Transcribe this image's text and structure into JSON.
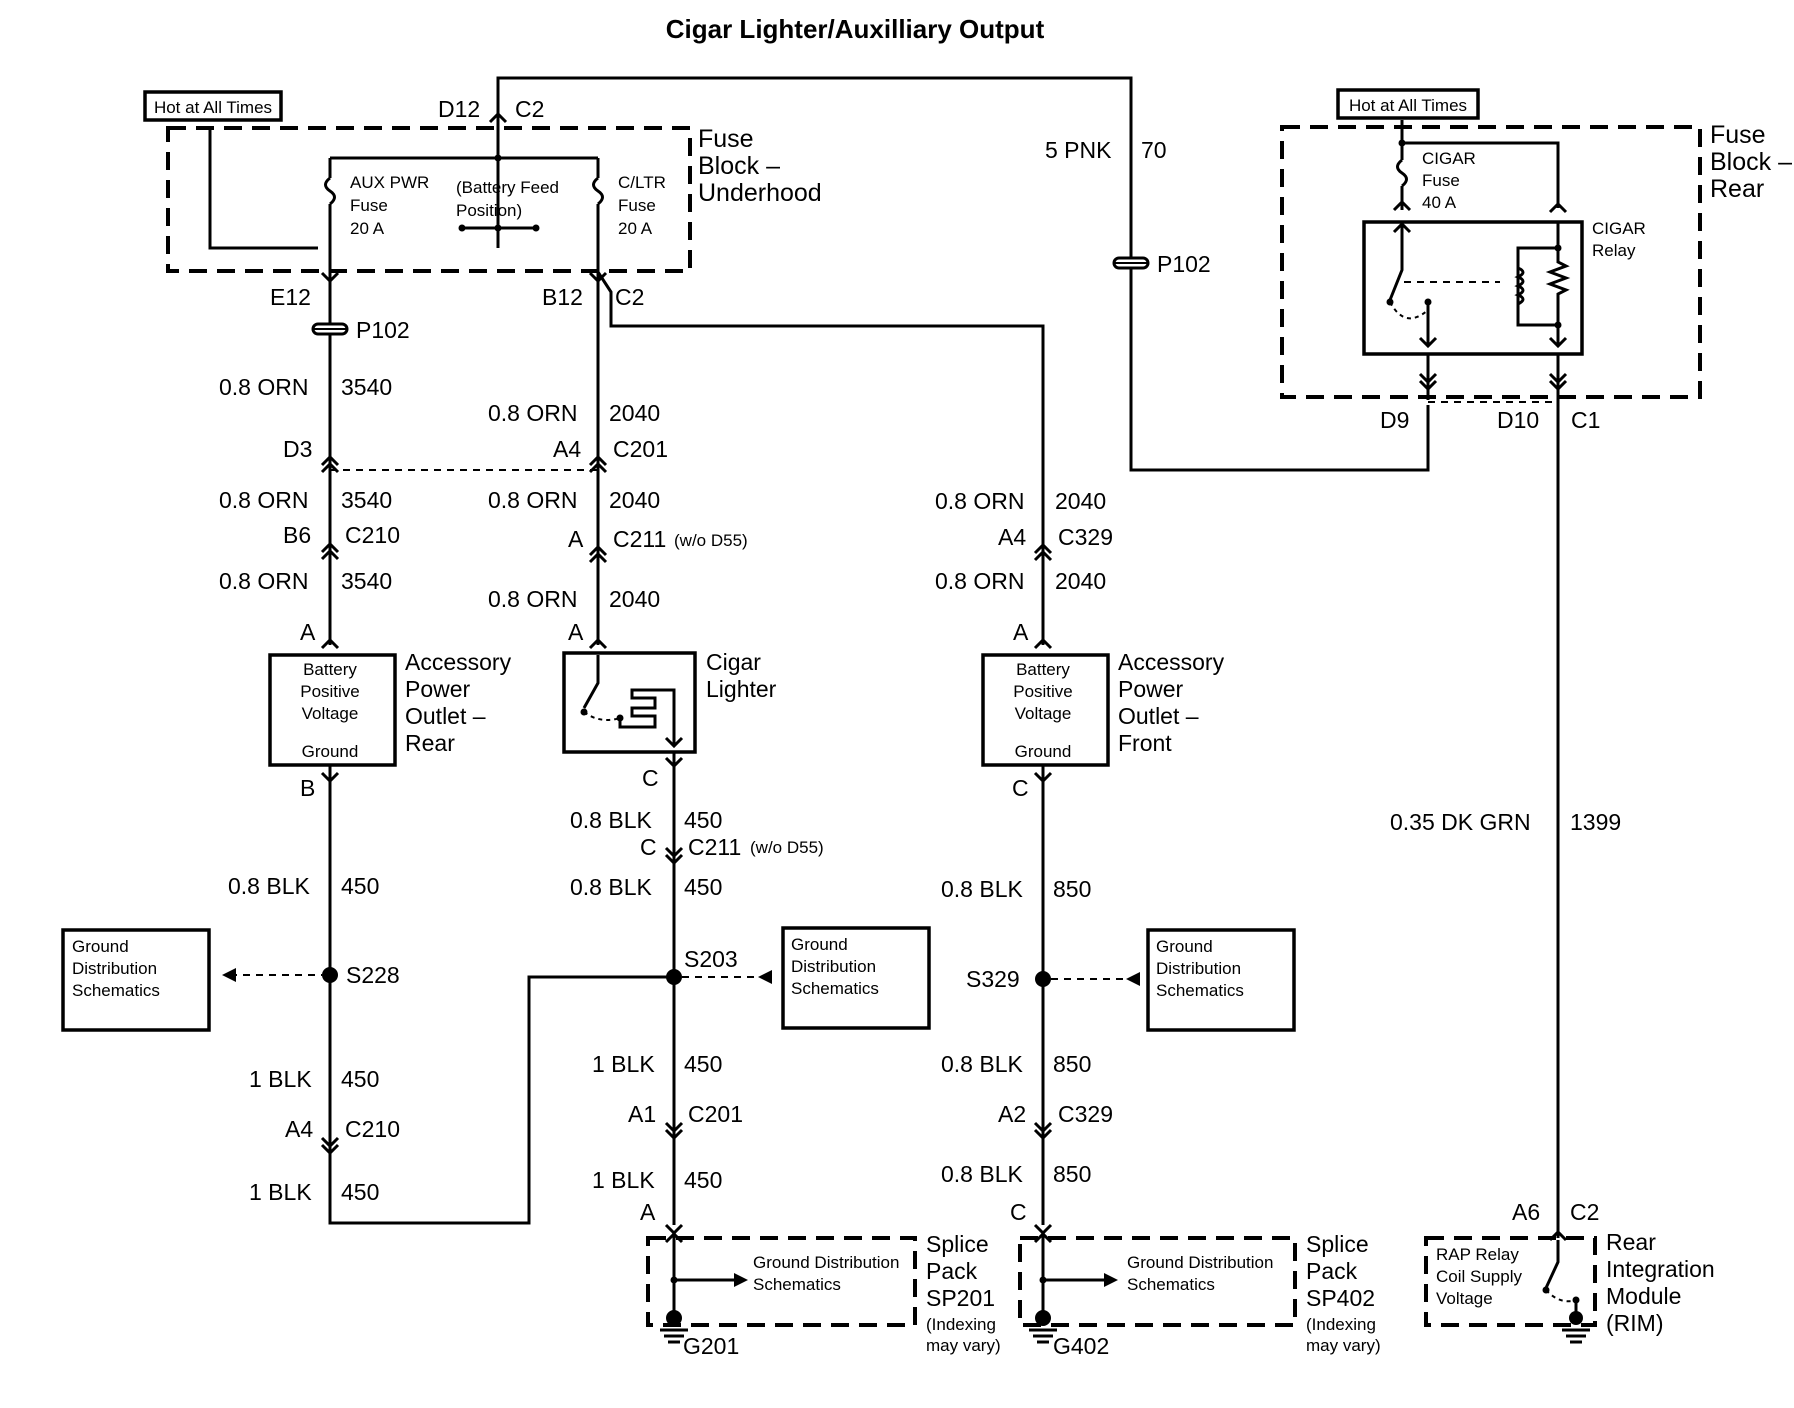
{
  "title": "Cigar Lighter/Auxilliary Output",
  "hot_at_all_times": "Hot at All Times",
  "fuse_block_underhood": {
    "name_lines": [
      "Fuse",
      "Block –",
      "Underhood"
    ],
    "aux_fuse": [
      "AUX PWR",
      "Fuse",
      "20 A"
    ],
    "cltr_fuse": [
      "C/LTR",
      "Fuse",
      "20 A"
    ],
    "battery_feed": [
      "(Battery Feed",
      "Position)"
    ]
  },
  "fuse_block_rear": {
    "name_lines": [
      "Fuse",
      "Block –",
      "Rear"
    ],
    "cigar_fuse": [
      "CIGAR",
      "Fuse",
      "40 A"
    ],
    "cigar_relay": [
      "CIGAR",
      "Relay"
    ]
  },
  "connectors": {
    "d12": "D12",
    "c2": "C2",
    "e12": "E12",
    "b12": "B12",
    "p102": "P102",
    "d3": "D3",
    "a4": "A4",
    "c201": "C201",
    "b6": "B6",
    "c210": "C210",
    "a": "A",
    "c211": "C211",
    "wo_d55": "(w/o D55)",
    "c329": "C329",
    "b": "B",
    "c": "C",
    "d9": "D9",
    "d10": "D10",
    "c1": "C1",
    "s228": "S228",
    "s203": "S203",
    "s329": "S329",
    "a1": "A1",
    "a2": "A2",
    "a6": "A6",
    "g201": "G201",
    "g402": "G402"
  },
  "wires": {
    "pnk_size": "5 PNK",
    "pnk_circuit": "70",
    "orn": "0.8 ORN",
    "c3540": "3540",
    "c2040": "2040",
    "blk08": "0.8 BLK",
    "blk1": "1 BLK",
    "c450": "450",
    "c850": "850",
    "dkgrn": "0.35 DK GRN",
    "c1399": "1399"
  },
  "components": {
    "outlet_inner": [
      "Battery",
      "Positive",
      "Voltage",
      "Ground"
    ],
    "outlet_rear": [
      "Accessory",
      "Power",
      "Outlet –",
      "Rear"
    ],
    "outlet_front": [
      "Accessory",
      "Power",
      "Outlet –",
      "Front"
    ],
    "cigar_lighter": [
      "Cigar",
      "Lighter"
    ],
    "ground_dist": [
      "Ground",
      "Distribution",
      "Schematics"
    ],
    "ground_dist_splice": [
      "Ground Distribution",
      "Schematics"
    ],
    "splice_sp201": [
      "Splice",
      "Pack",
      "SP201",
      "(Indexing",
      "may vary)"
    ],
    "splice_sp402": [
      "Splice",
      "Pack",
      "SP402",
      "(Indexing",
      "may vary)"
    ],
    "rim_inner": [
      "RAP Relay",
      "Coil Supply",
      "Voltage"
    ],
    "rim": [
      "Rear",
      "Integration",
      "Module",
      "(RIM)"
    ]
  }
}
